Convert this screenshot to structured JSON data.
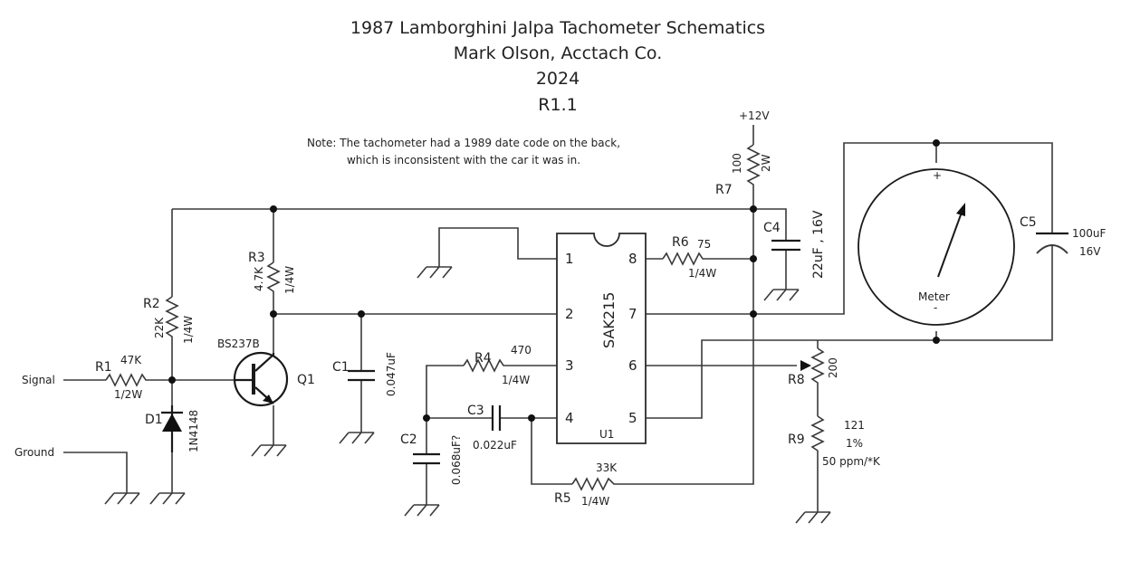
{
  "header": {
    "title": "1987 Lamborghini Jalpa Tachometer Schematics",
    "author": "Mark Olson, Acctach Co.",
    "year": "2024",
    "revision": "R1.1"
  },
  "note": {
    "line1": "Note: The tachometer had a 1989 date code on the back,",
    "line2": "which is inconsistent with the car it was in."
  },
  "supply": {
    "label": "+12V"
  },
  "terminals": {
    "signal": "Signal",
    "ground": "Ground"
  },
  "components": {
    "R1": {
      "ref": "R1",
      "value": "47K",
      "rating": "1/2W"
    },
    "R2": {
      "ref": "R2",
      "value": "22K",
      "rating": "1/4W"
    },
    "R3": {
      "ref": "R3",
      "value": "4.7K",
      "rating": "1/4W"
    },
    "R4": {
      "ref": "R4",
      "value": "470",
      "rating": "1/4W"
    },
    "R5": {
      "ref": "R5",
      "value": "33K",
      "rating": "1/4W"
    },
    "R6": {
      "ref": "R6",
      "value": "75",
      "rating": "1/4W"
    },
    "R7": {
      "ref": "R7",
      "value": "100",
      "rating": "2W"
    },
    "R8": {
      "ref": "R8",
      "value": "200"
    },
    "R9": {
      "ref": "R9",
      "value": "121",
      "tolerance": "1%",
      "tempco": "50 ppm/*K"
    },
    "C1": {
      "ref": "C1",
      "value": "0.047uF"
    },
    "C2": {
      "ref": "C2",
      "value": "0.068uF?"
    },
    "C3": {
      "ref": "C3",
      "value": "0.022uF"
    },
    "C4": {
      "ref": "C4",
      "value": "22uF , 16V"
    },
    "C5": {
      "ref": "C5",
      "value": "100uF",
      "voltage": "16V"
    },
    "D1": {
      "ref": "D1",
      "part": "1N4148"
    },
    "Q1": {
      "ref": "Q1",
      "part": "BS237B"
    },
    "U1": {
      "ref": "U1",
      "part": "SAK215",
      "pins": [
        "1",
        "2",
        "3",
        "4",
        "5",
        "6",
        "7",
        "8"
      ]
    },
    "meter": {
      "label": "Meter",
      "plus": "+",
      "minus": "-"
    }
  }
}
